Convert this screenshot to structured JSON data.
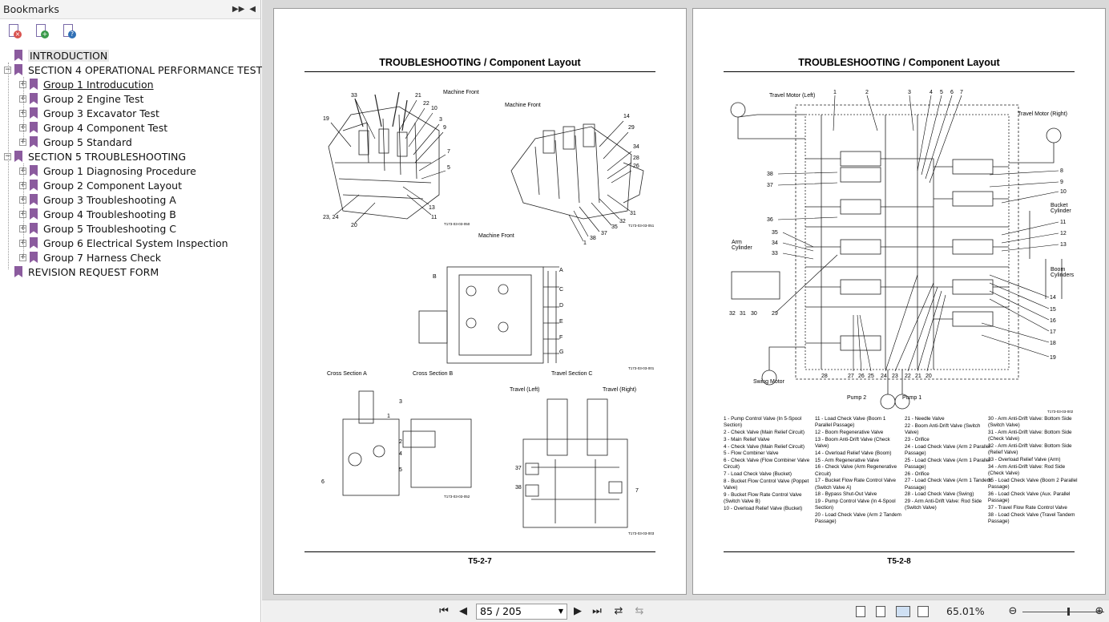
{
  "bookmarks_panel": {
    "title": "Bookmarks",
    "items": [
      {
        "label": "INTRODUCTION",
        "level": 0,
        "expander": "",
        "selected": true
      },
      {
        "label": "SECTION 4 OPERATIONAL PERFORMANCE TEST",
        "level": 0,
        "expander": "−"
      },
      {
        "label": "Group 1 Introducution",
        "level": 1,
        "expander": "+",
        "underlined": true
      },
      {
        "label": "Group 2 Engine Test",
        "level": 1,
        "expander": "+"
      },
      {
        "label": "Group 3 Excavator Test",
        "level": 1,
        "expander": "+"
      },
      {
        "label": "Group 4 Component Test",
        "level": 1,
        "expander": "+"
      },
      {
        "label": "Group 5 Standard",
        "level": 1,
        "expander": "+"
      },
      {
        "label": "SECTION 5 TROUBLESHOOTING",
        "level": 0,
        "expander": "−"
      },
      {
        "label": "Group 1 Diagnosing Procedure",
        "level": 1,
        "expander": "+"
      },
      {
        "label": "Group 2 Component Layout",
        "level": 1,
        "expander": "+"
      },
      {
        "label": "Group 3 Troubleshooting A",
        "level": 1,
        "expander": "+"
      },
      {
        "label": "Group 4 Troubleshooting B",
        "level": 1,
        "expander": "+"
      },
      {
        "label": "Group 5 Troubleshooting C",
        "level": 1,
        "expander": "+"
      },
      {
        "label": "Group 6 Electrical System Inspection",
        "level": 1,
        "expander": "+"
      },
      {
        "label": "Group 7 Harness Check",
        "level": 1,
        "expander": "+"
      },
      {
        "label": "REVISION REQUEST FORM",
        "level": 0,
        "expander": ""
      }
    ]
  },
  "left_page": {
    "title": "TROUBLESHOOTING / Component Layout",
    "footer": "T5-2-7",
    "captions": {
      "machine_front_1": "Machine Front",
      "machine_front_2": "Machine Front",
      "machine_front_3": "Machine Front",
      "cross_a": "Cross Section A",
      "cross_b": "Cross Section B",
      "cross_c": "Travel Section C",
      "travel_left": "Travel (Left)",
      "travel_right": "Travel (Right)"
    },
    "fig_codes": [
      "T173-03-03-050",
      "T173-03-03-051",
      "T173-03-03-001",
      "T173-03-03-052",
      "T173-03-03-003"
    ]
  },
  "right_page": {
    "title": "TROUBLESHOOTING / Component Layout",
    "footer": "T5-2-8",
    "labels": {
      "travel_motor_left": "Travel Motor (Left)",
      "travel_motor_right": "Travel Motor (Right)",
      "bucket_cylinder": "Bucket Cylinder",
      "arm_cylinder": "Arm Cylinder",
      "boom_cylinders": "Boom Cylinders",
      "swing_motor": "Swing Motor",
      "pump2": "Pump 2",
      "pump1": "Pump 1",
      "fig_code": "T173-03-03-002"
    },
    "legend": [
      [
        "1 -  Pump Control Valve (In 5-Spool Section)",
        "2 -  Check Valve (Main Relief Circuit)",
        "3 -  Main Relief Valve",
        "4 -  Check Valve (Main Relief Circuit)",
        "5 -  Flow Combiner Valve",
        "6 -  Check Valve (Flow Combiner Valve Circuit)",
        "7 -  Load Check Valve (Bucket)",
        "8 -  Bucket Flow Control Valve (Poppet Valve)",
        "9 -  Bucket Flow Rate Control Valve (Switch Valve B)",
        "10 - Overload Relief Valve (Bucket)"
      ],
      [
        "11 - Load Check Valve (Boom 1 Parallel Passage)",
        "12 - Boom Regenerative Valve",
        "13 - Boom Anti-Drift Valve (Check Valve)",
        "14 - Overload Relief Valve (Boom)",
        "15 - Arm Regenerative Valve",
        "16 - Check Valve (Arm Regenerative Circuit)",
        "17 - Bucket Flow Rate Control Valve (Switch Valve A)",
        "18 - Bypass Shut-Out Valve",
        "19 - Pump Control Valve (In 4-Spool Section)",
        "20 - Load Check Valve (Arm 2 Tandem Passage)"
      ],
      [
        "21 - Needle Valve",
        "22 - Boom Anti-Drift Valve (Switch Valve)",
        "23 - Orifice",
        "24 - Load Check Valve (Arm 2 Parallel Passage)",
        "25 - Load Check Valve (Arm 1 Parallel Passage)",
        "26 - Orifice",
        "27 - Load Check Valve (Arm 1 Tandem Passage)",
        "28 - Load Check Valve (Swing)",
        "29 - Arm Anti-Drift Valve: Rod Side (Switch Valve)"
      ],
      [
        "30 - Arm Anti-Drift Valve: Bottom Side (Switch Valve)",
        "31 - Arm Anti-Drift Valve: Bottom Side (Check Valve)",
        "32 - Arm Anti-Drift Valve: Bottom Side (Relief Valve)",
        "33 - Overload Relief Valve (Arm)",
        "34 - Arm Anti-Drift Valve: Rod Side (Check Valve)",
        "35 - Load Check Valve (Boom 2 Parallel Passage)",
        "36 - Load Check Valve (Aux. Parallel Passage)",
        "37 - Travel Flow Rate Control Valve",
        "38 - Load Check Valve (Travel Tandem Passage)"
      ]
    ]
  },
  "bottom_bar": {
    "page_field": "85 / 205",
    "zoom": "65.01%",
    "zoom_fraction": 0.55
  }
}
